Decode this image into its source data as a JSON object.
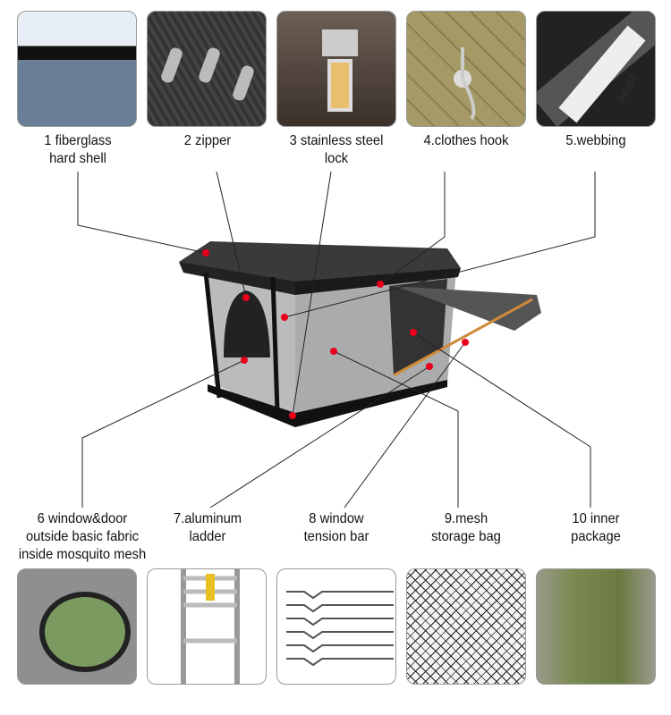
{
  "top_labels": [
    {
      "line1": "1 fiberglass",
      "line2": "hard shell"
    },
    {
      "line1": "2 zipper",
      "line2": ""
    },
    {
      "line1": "3 stainless steel",
      "line2": "lock"
    },
    {
      "line1": "4.clothes hook",
      "line2": ""
    },
    {
      "line1": "5.webbing",
      "line2": ""
    }
  ],
  "bottom_labels": [
    {
      "line1": "6 window&door",
      "line2": "outside basic fabric",
      "line3": "inside mosquito mesh"
    },
    {
      "line1": "7.aluminum",
      "line2": "ladder",
      "line3": ""
    },
    {
      "line1": "8 window",
      "line2": "tension bar",
      "line3": ""
    },
    {
      "line1": "9.mesh",
      "line2": "storage bag",
      "line3": ""
    },
    {
      "line1": "10 inner",
      "line2": "package",
      "line3": ""
    }
  ],
  "ruler_digits": "34567",
  "colors": {
    "marker": "#e8001c",
    "line": "#222222"
  }
}
